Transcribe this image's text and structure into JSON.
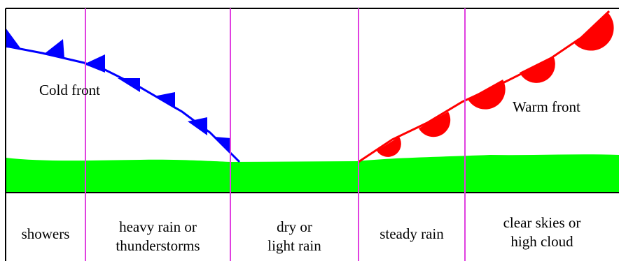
{
  "fronts": {
    "cold_label": "Cold front",
    "warm_label": "Warm front",
    "cold_color": "#0000ff",
    "warm_color": "#ff0000"
  },
  "colors": {
    "ground": "#00ff00",
    "divider": "#e040e0",
    "border": "#000000"
  },
  "zones": [
    {
      "line1": "showers",
      "line2": ""
    },
    {
      "line1": "heavy rain or",
      "line2": "thunderstorms"
    },
    {
      "line1": "dry or",
      "line2": "light rain"
    },
    {
      "line1": "steady rain",
      "line2": ""
    },
    {
      "line1": "clear skies or",
      "line2": "high cloud"
    }
  ]
}
